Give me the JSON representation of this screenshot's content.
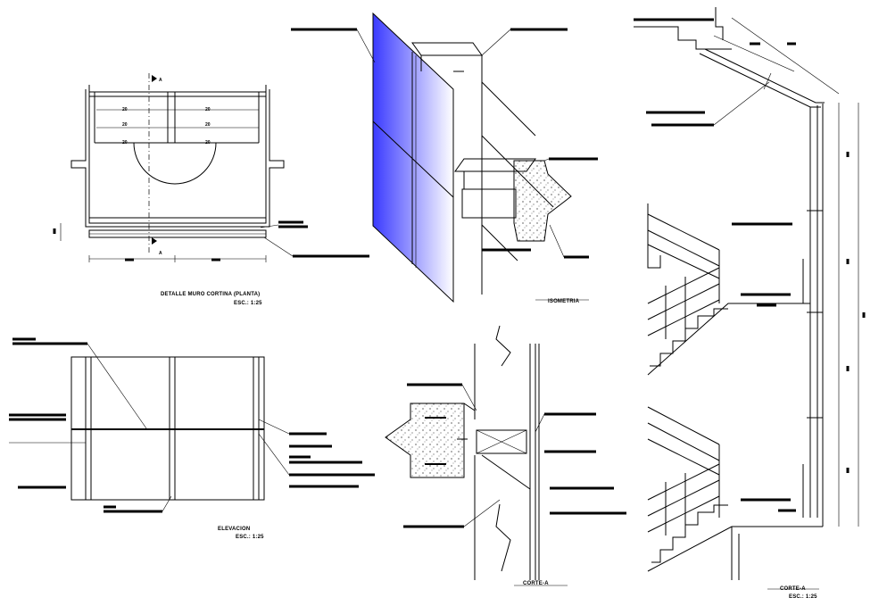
{
  "plan": {
    "title": "DETALLE MURO CORTINA (PLANTA)",
    "scale": "ESC.: 1:25",
    "section_marker": "A",
    "row_numbers": [
      "20",
      "20",
      "20",
      "20",
      "20",
      "20"
    ]
  },
  "isometric": {
    "title": "ISOMETRIA"
  },
  "elevation": {
    "title": "ELEVACION",
    "scale": "ESC.: 1:25"
  },
  "section_a_mid": {
    "title": "CORTE-A"
  },
  "section_a_right": {
    "title": "CORTE-A",
    "scale": "ESC.: 1:25"
  },
  "colors": {
    "glass_start": "#3a3aff",
    "glass_end": "#ffffff",
    "line": "#000000"
  }
}
